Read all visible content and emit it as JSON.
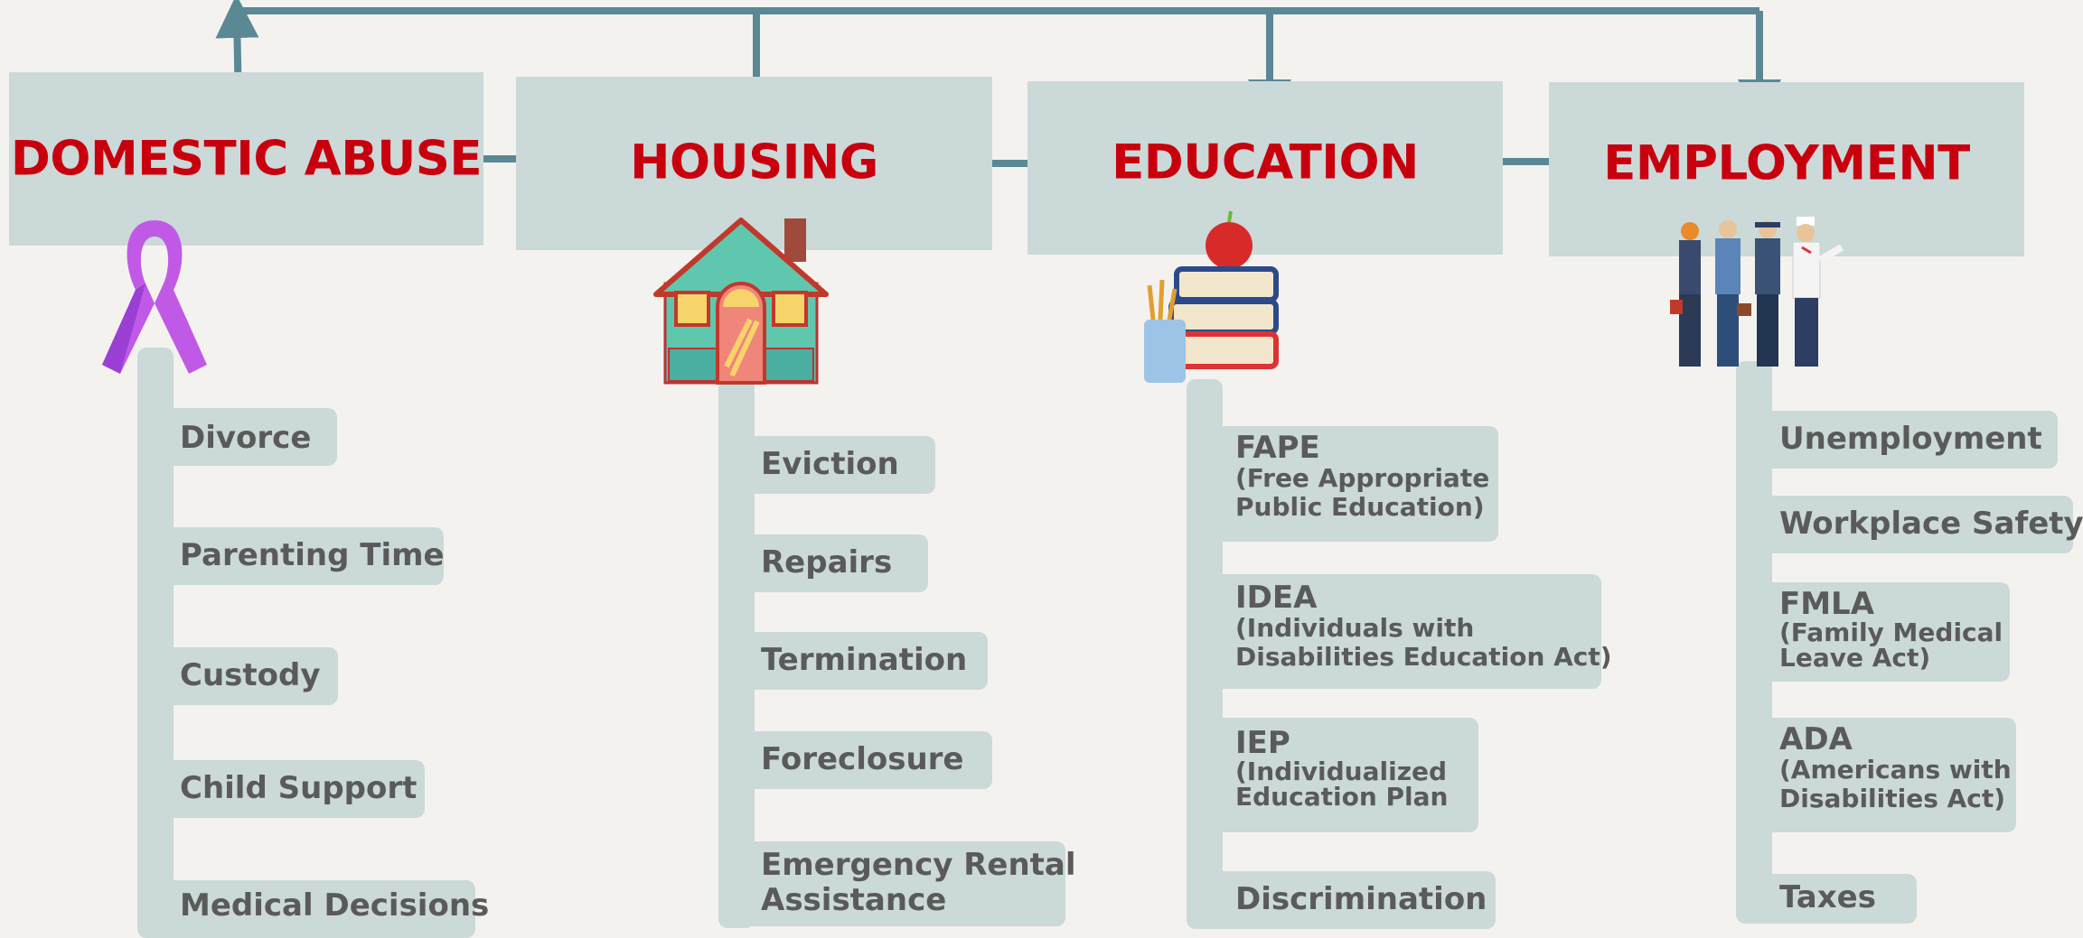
{
  "colors": {
    "background": "#f4f2ef",
    "box": "#cbd9d8",
    "title": "#c8000e",
    "arrow": "#5a8895",
    "item_text": "#5a5a5a"
  },
  "columns": [
    {
      "title": "DOMESTIC ABUSE",
      "icon": "awareness-ribbon-icon",
      "items": [
        "Divorce",
        "Parenting Time",
        "Custody",
        "Child Support",
        "Medical Decisions"
      ]
    },
    {
      "title": "HOUSING",
      "icon": "house-icon",
      "items": [
        "Eviction",
        "Repairs",
        "Termination",
        "Foreclosure",
        "Emergency Rental",
        "Assistance"
      ]
    },
    {
      "title": "EDUCATION",
      "icon": "books-apple-icon",
      "items": [
        {
          "head": "FAPE",
          "sub": [
            "(Free Appropriate",
            "Public Education)"
          ]
        },
        {
          "head": "IDEA",
          "sub": [
            "(Individuals with",
            "Disabilities Education Act)"
          ]
        },
        {
          "head": "IEP",
          "sub": [
            "(Individualized",
            "Education Plan"
          ]
        },
        {
          "head": "Discrimination",
          "sub": []
        }
      ]
    },
    {
      "title": "EMPLOYMENT",
      "icon": "workers-group-icon",
      "items": [
        {
          "head": "Unemployment",
          "sub": []
        },
        {
          "head": "Workplace Safety",
          "sub": []
        },
        {
          "head": "FMLA",
          "sub": [
            "(Family Medical",
            "Leave Act)"
          ]
        },
        {
          "head": "ADA",
          "sub": [
            "(Americans with",
            "Disabilities Act)"
          ]
        },
        {
          "head": "Taxes",
          "sub": []
        }
      ]
    }
  ]
}
